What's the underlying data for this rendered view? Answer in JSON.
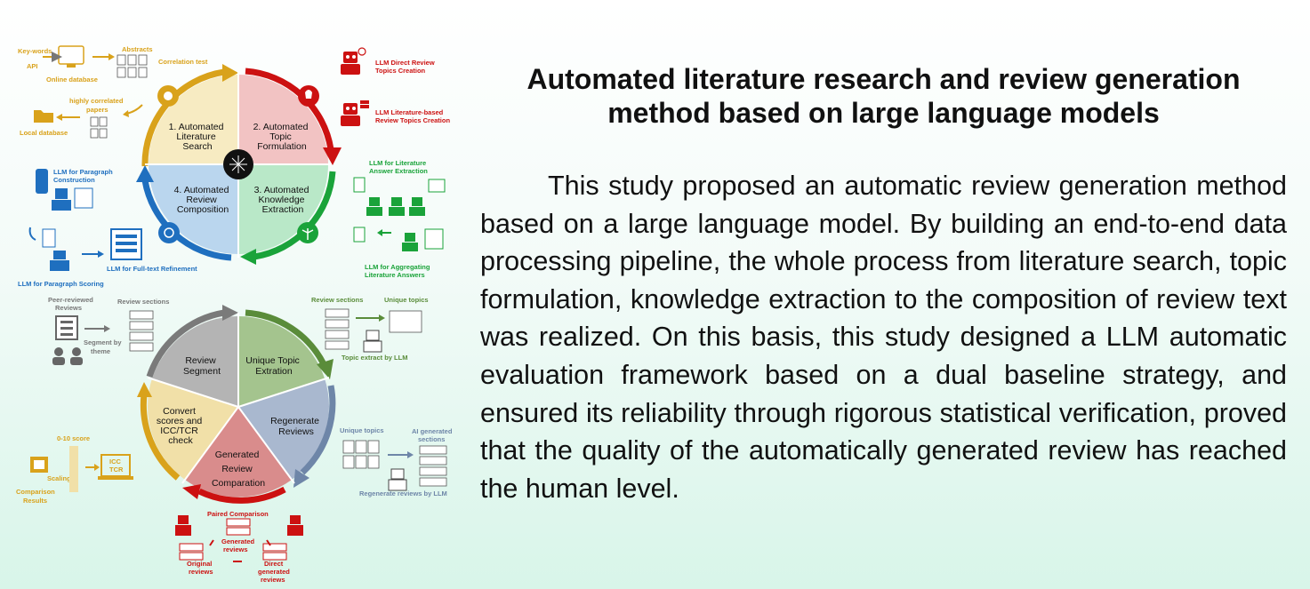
{
  "title": "Automated literature research and review generation method based on large language models",
  "body": "This study proposed an automatic review generation method based on a large language model. By building an end-to-end data processing pipeline, the whole process from literature search, topic formulation, knowledge extraction to the composition of review text was realized. On this basis, this study designed a LLM automatic evaluation framework based on a dual baseline strategy, and ensured its reliability through rigorous statistical verification, proved that the quality of the automatically generated review has reached the human level.",
  "colors": {
    "gold": "#d9a21b",
    "red": "#cc1111",
    "green": "#1aa33a",
    "blue": "#1f6fbf",
    "gray": "#7a7a7a",
    "darkgreen": "#5a8c3a",
    "slate": "#6e86a8"
  },
  "top_cycle": {
    "q1": [
      "1. Automated",
      "Literature",
      "Search"
    ],
    "q2": [
      "2. Automated",
      "Topic",
      "Formulation"
    ],
    "q3": [
      "3. Automated",
      "Knowledge",
      "Extraction"
    ],
    "q4": [
      "4. Automated",
      "Review",
      "Composition"
    ],
    "labels": {
      "keywords": "Key-words",
      "api": "API",
      "online_db": "Online database",
      "abstracts": "Abstracts",
      "correlation": "Correlation test",
      "highly1": "highly correlated",
      "highly2": "papers",
      "local_db": "Local database",
      "llm_direct1": "LLM Direct Review",
      "llm_direct2": "Topics Creation",
      "llm_lit1": "LLM Literature-based",
      "llm_lit2": "Review Topics Creation",
      "ans_ext1": "LLM for Literature",
      "ans_ext2": "Answer Extraction",
      "agg1": "LLM for Aggregating",
      "agg2": "Literature Answers",
      "para1": "LLM for Paragraph",
      "para2": "Construction",
      "fulltext": "LLM for Full-text Refinement",
      "scoring": "LLM for Paragraph  Scoring"
    }
  },
  "bottom_cycle": {
    "s1": [
      "Review",
      "Segment"
    ],
    "s2": [
      "Unique Topic",
      "Extration"
    ],
    "s3": [
      "Regenerate",
      "Reviews"
    ],
    "s4": [
      "Generated",
      "Review",
      "Comparation"
    ],
    "s5": [
      "Convert",
      "scores and",
      "ICC/TCR",
      "check"
    ],
    "labels": {
      "peer1": "Peer-reviewed",
      "peer2": "Reviews",
      "review_sections": "Review sections",
      "segment1": "Segment by",
      "segment2": "theme",
      "review_sections2": "Review sections",
      "unique_topics": "Unique topics",
      "topic_extract": "Topic extract by LLM",
      "unique_topics2": "Unique topics",
      "ai_gen1": "AI generated",
      "ai_gen2": "sections",
      "regen": "Regenerate reviews by LLM",
      "score": "0-10 score",
      "scaling": "Scaling",
      "icc": "ICC",
      "tcr": "TCR",
      "comp1": "Comparison",
      "comp2": "Results",
      "paired": "Paired Comparison",
      "gen1": "Generated",
      "gen2": "reviews",
      "orig1": "Original",
      "orig2": "reviews",
      "direct1": "Direct",
      "direct2": "generated",
      "direct3": "reviews"
    }
  }
}
